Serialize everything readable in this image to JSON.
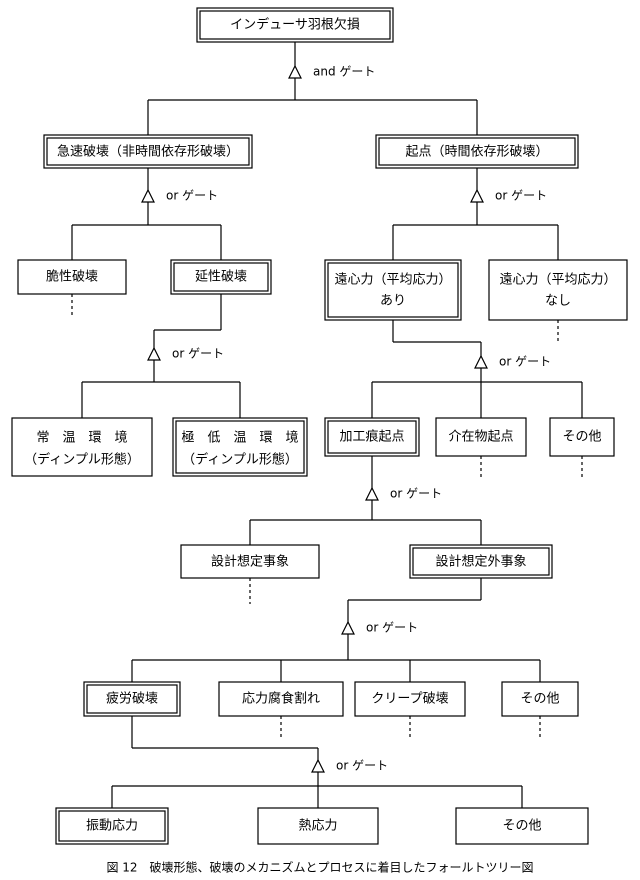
{
  "nodes": {
    "top": "インデューサ羽根欠損",
    "rapid": "急速破壊（非時間依存形破壊）",
    "origin": "起点（時間依存形破壊）",
    "brittle": "脆性破壊",
    "ductile": "延性破壊",
    "cf_with_1": "遠心力（平均応力）",
    "cf_with_2": "あり",
    "cf_without_1": "遠心力（平均応力）",
    "cf_without_2": "なし",
    "room_temp_1": "常　温　環　境",
    "room_temp_2": "（ディンプル形態）",
    "cryo_1": "極　低　温　環　境",
    "cryo_2": "（ディンプル形態）",
    "machining": "加工痕起点",
    "inclusion": "介在物起点",
    "other1": "その他",
    "expected": "設計想定事象",
    "unexpected": "設計想定外事象",
    "fatigue": "疲労破壊",
    "scc": "応力腐食割れ",
    "creep": "クリープ破壊",
    "other2": "その他",
    "vibration": "振動応力",
    "thermal": "熱応力",
    "other3": "その他"
  },
  "gates": {
    "and_gate": "and ゲート",
    "or_gate": "or ゲート"
  },
  "caption": "図 12　破壊形態、破壊のメカニズムとプロセスに着目したフォールトツリー図"
}
